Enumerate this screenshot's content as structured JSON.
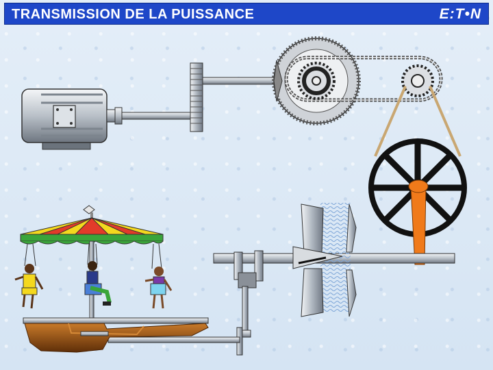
{
  "header": {
    "title": "TRANSMISSION DE LA PUISSANCE",
    "logo_text": "E:T•N"
  },
  "illustration": {
    "elements": [
      "electric-motor",
      "spur-gear",
      "bevel-gear",
      "chain-drive",
      "pulley-wheel",
      "belt",
      "fan",
      "carousel",
      "crank-linkage"
    ]
  },
  "colors": {
    "title_bar": "#1e47c8",
    "background": "#dbe8f5",
    "belt": "#f07a1a",
    "carousel_red": "#e23b2a",
    "carousel_yellow": "#f4d81e",
    "carousel_green": "#3aa53a",
    "base_brown": "#8a4a14"
  }
}
